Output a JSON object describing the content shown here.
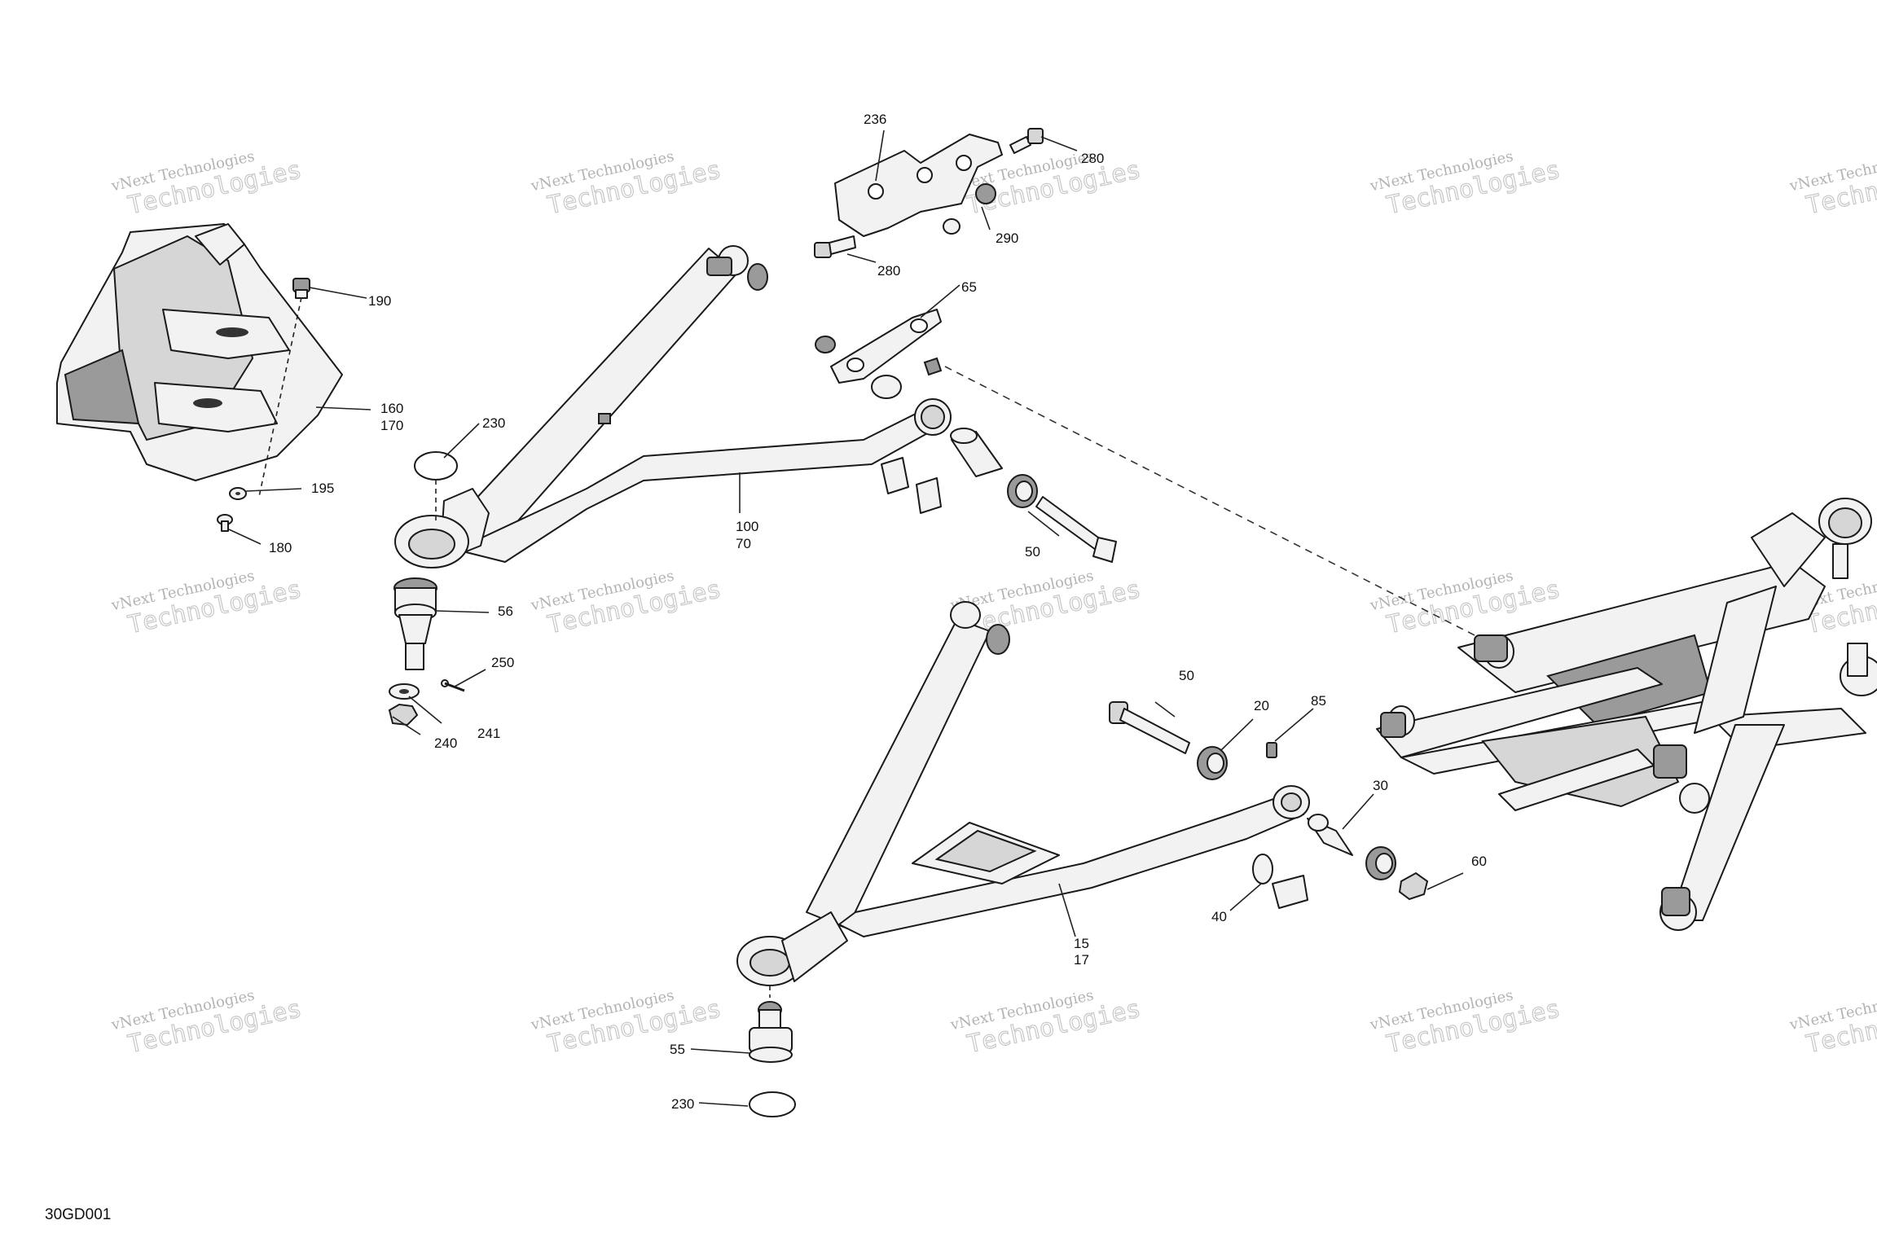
{
  "figure": {
    "code": "30GD001",
    "watermark_line1": "vNext Technologies",
    "watermark_line2": "Technologies"
  },
  "callouts": [
    {
      "id": "c236",
      "text": "236"
    },
    {
      "id": "c280a",
      "text": "280"
    },
    {
      "id": "c280b",
      "text": "280"
    },
    {
      "id": "c290",
      "text": "290"
    },
    {
      "id": "c65",
      "text": "65"
    },
    {
      "id": "c190",
      "text": "190"
    },
    {
      "id": "c160",
      "text": "160"
    },
    {
      "id": "c170",
      "text": "170"
    },
    {
      "id": "c230a",
      "text": "230"
    },
    {
      "id": "c195",
      "text": "195"
    },
    {
      "id": "c180",
      "text": "180"
    },
    {
      "id": "c100",
      "text": "100"
    },
    {
      "id": "c70",
      "text": "70"
    },
    {
      "id": "c50a",
      "text": "50"
    },
    {
      "id": "c56",
      "text": "56"
    },
    {
      "id": "c250",
      "text": "250"
    },
    {
      "id": "c241",
      "text": "241"
    },
    {
      "id": "c240",
      "text": "240"
    },
    {
      "id": "c50b",
      "text": "50"
    },
    {
      "id": "c20",
      "text": "20"
    },
    {
      "id": "c85",
      "text": "85"
    },
    {
      "id": "c30",
      "text": "30"
    },
    {
      "id": "c60",
      "text": "60"
    },
    {
      "id": "c40",
      "text": "40"
    },
    {
      "id": "c15",
      "text": "15"
    },
    {
      "id": "c17",
      "text": "17"
    },
    {
      "id": "c55",
      "text": "55"
    },
    {
      "id": "c230b",
      "text": "230"
    }
  ]
}
